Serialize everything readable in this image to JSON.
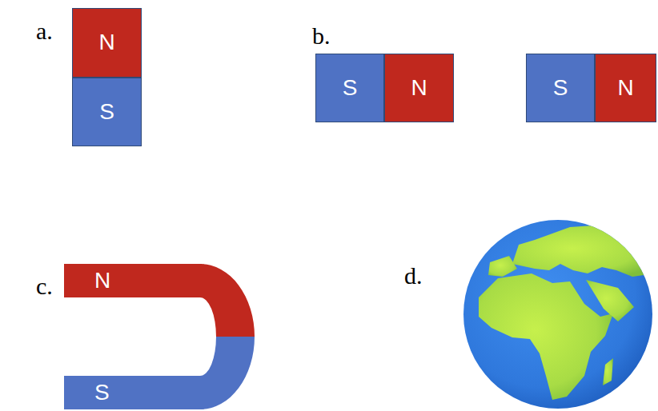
{
  "diagram": {
    "nodes": [
      {
        "text": [
          "N"
        ]
      },
      {
        "text": [
          "S"
        ]
      },
      {
        "text": [
          "S"
        ]
      },
      {
        "text": [
          "N"
        ]
      },
      {
        "text": [
          "S"
        ]
      },
      {
        "text": [
          "N"
        ]
      },
      {
        "text": [
          "N"
        ]
      },
      {
        "text": [
          "S"
        ]
      }
    ],
    "labels": [
      "a.",
      "b.",
      "c.",
      "d."
    ]
  }
}
